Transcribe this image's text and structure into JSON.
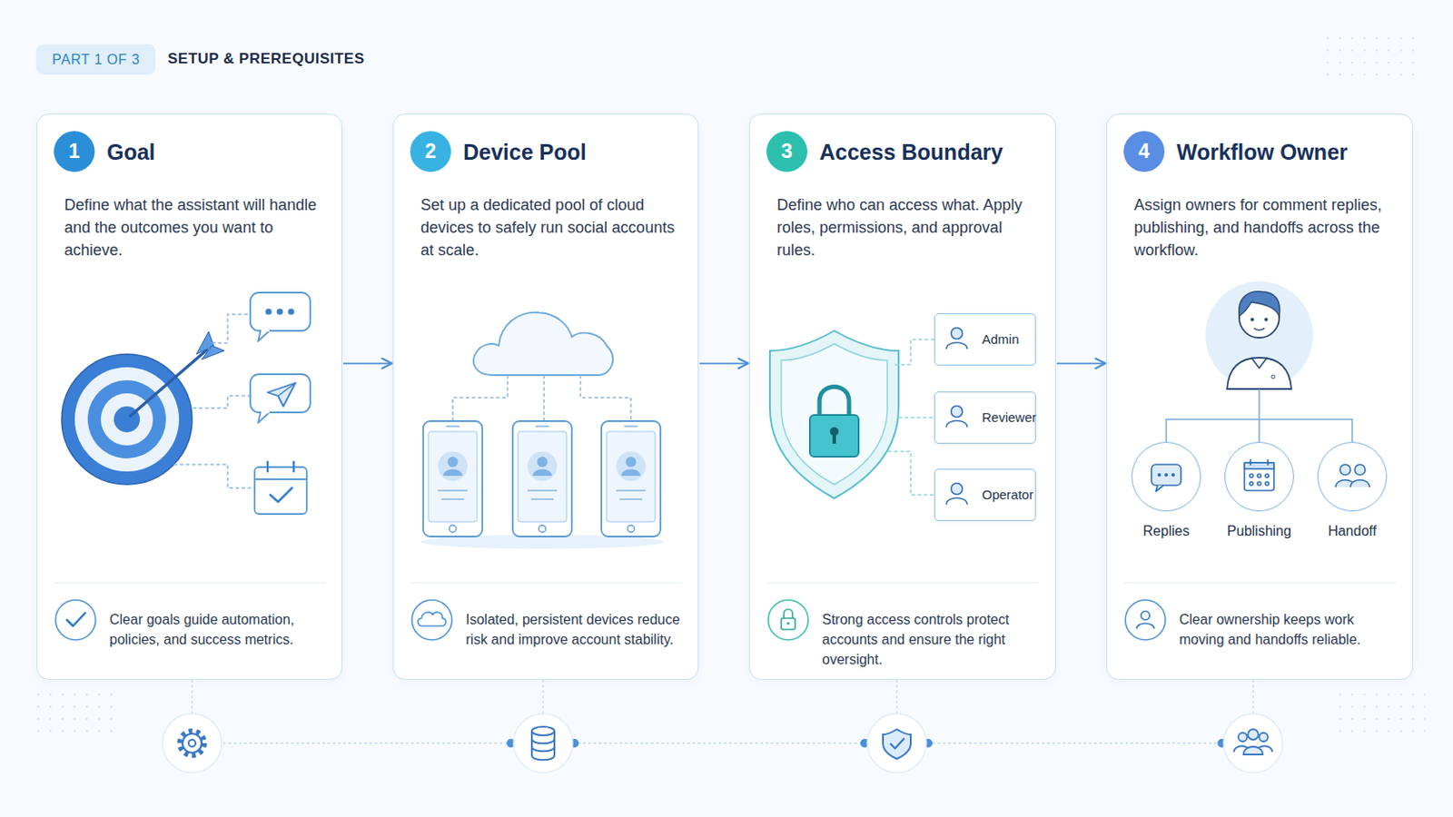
{
  "diagram": {
    "title": "SETUP & PREREQUISITES",
    "nodes": [
      {
        "text": [
          "PART 1 OF 3"
        ]
      },
      {
        "text": [
          "Goal",
          "Define what the assistant will handle and the outcomes you want to achieve.",
          "Clear goals guide automation, policies, and success metrics."
        ]
      },
      {
        "text": [
          "1"
        ],
        "in": 1
      },
      {
        "text": [
          "Device Pool",
          "Set up a dedicated pool of cloud devices to safely run social accounts at scale.",
          "Isolated, persistent devices reduce risk and improve account stability."
        ]
      },
      {
        "text": [
          "2"
        ],
        "in": 3
      },
      {
        "text": [
          "Access Boundary",
          "Define who can access what. Apply roles, permissions, and approval rules.",
          "Strong access controls protect accounts and ensure the right oversight."
        ]
      },
      {
        "text": [
          "3"
        ],
        "in": 5
      },
      {
        "text": [
          "Admin"
        ],
        "in": 5
      },
      {
        "text": [
          "Reviewer"
        ],
        "in": 5
      },
      {
        "text": [
          "Operator"
        ],
        "in": 5
      },
      {
        "text": [
          "Workflow Owner",
          "Assign owners for comment replies, publishing, and handoffs across the workflow.",
          "Clear ownership keeps work moving and handoffs reliable."
        ]
      },
      {
        "text": [
          "4"
        ],
        "in": 10
      },
      {
        "text": [
          "Replies"
        ],
        "in": 10
      },
      {
        "text": [
          "Publishing"
        ],
        "in": 10
      },
      {
        "text": [
          "Handoff"
        ],
        "in": 10
      }
    ],
    "edges": [
      {
        "from": 1,
        "to": 3,
        "arrow": "to"
      },
      {
        "from": 3,
        "to": 5,
        "arrow": "to"
      },
      {
        "from": 5,
        "to": 10,
        "arrow": "to"
      }
    ]
  }
}
